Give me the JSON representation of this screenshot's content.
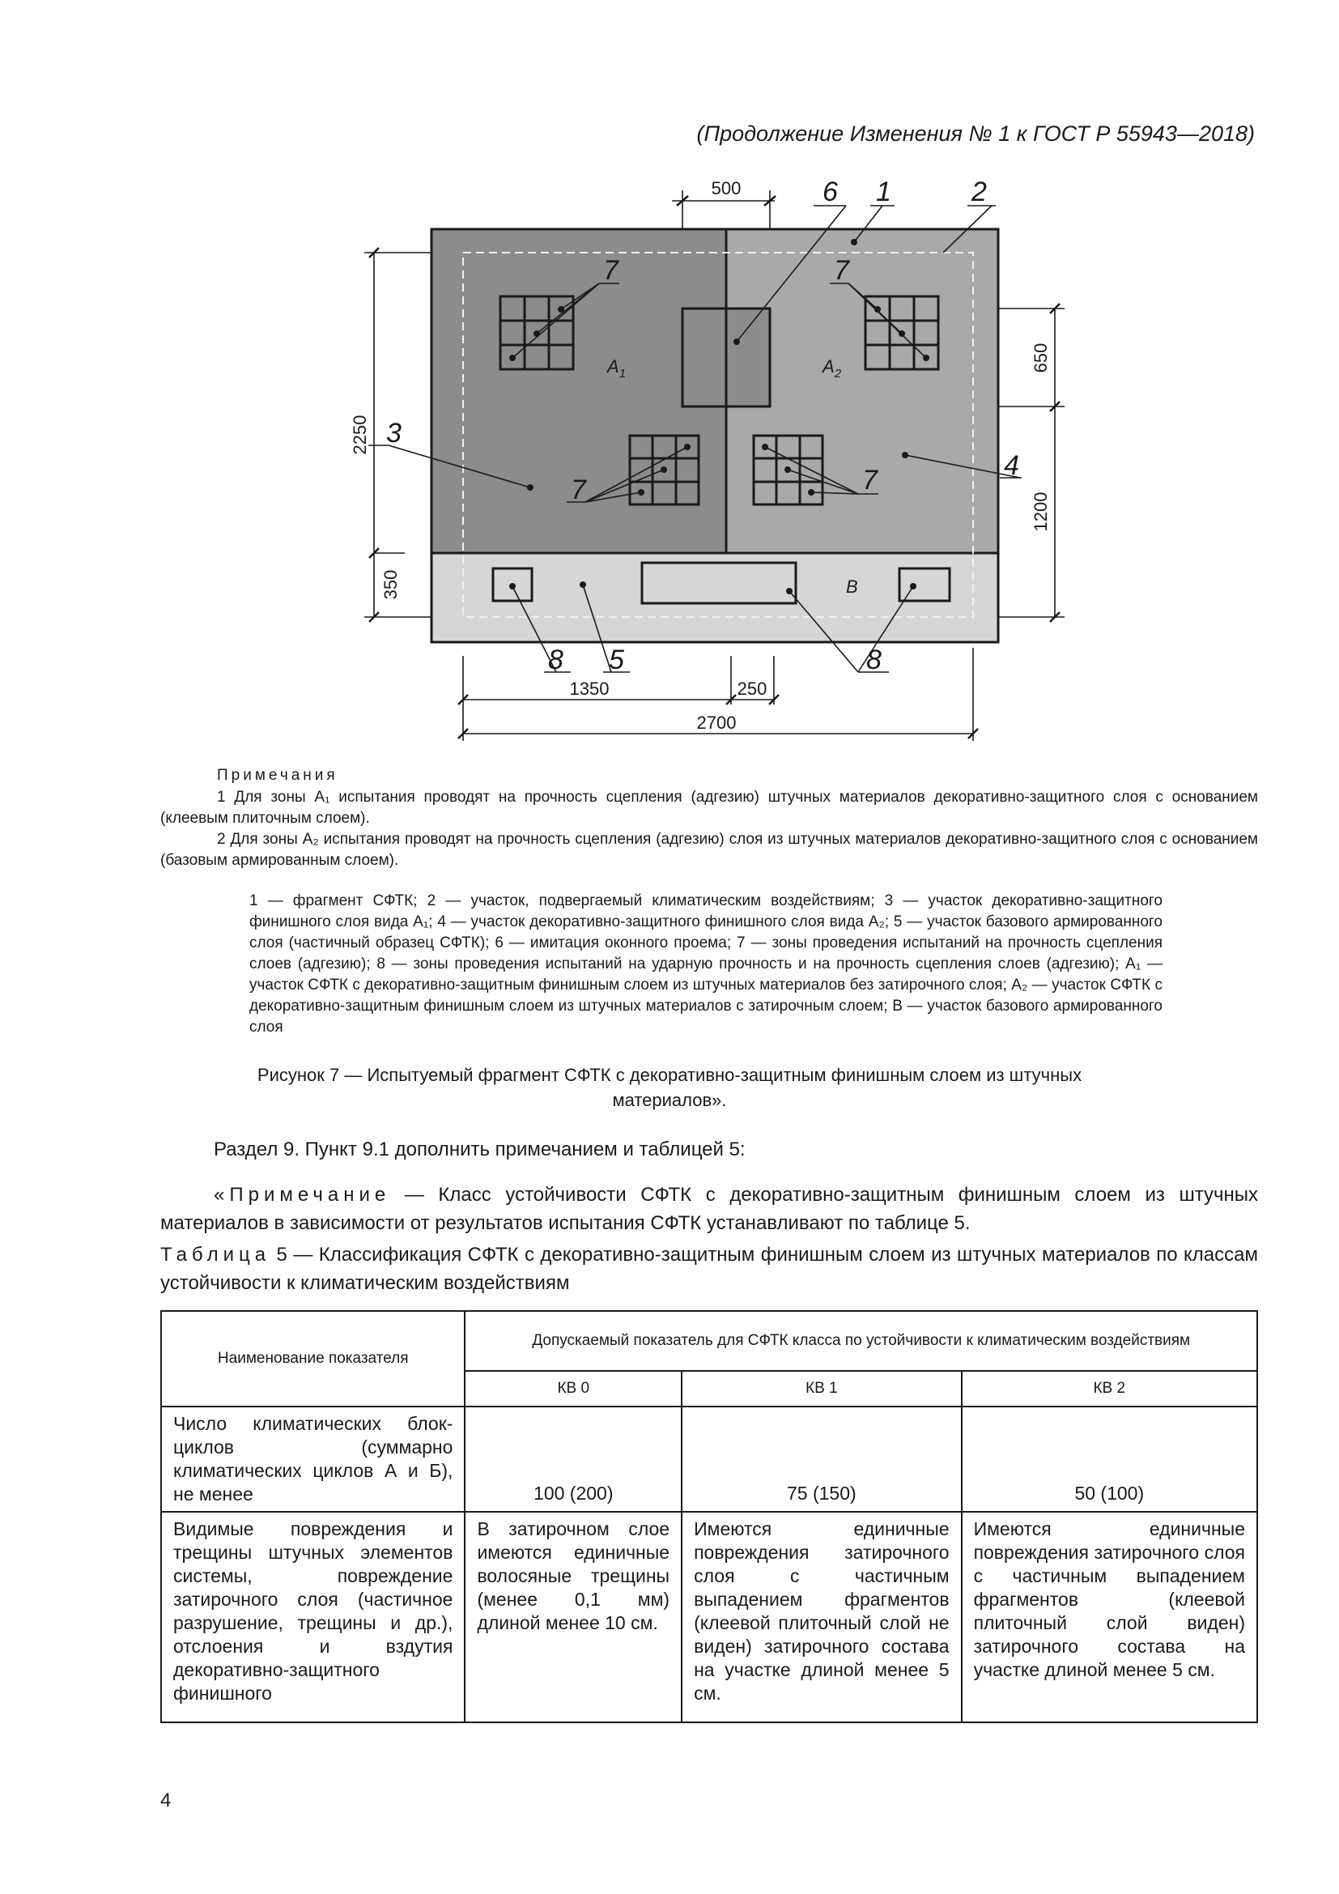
{
  "header": {
    "continuation": "(Продолжение Изменения № 1 к ГОСТ Р 55943—2018)"
  },
  "figure": {
    "dims": {
      "d500": "500",
      "d650": "650",
      "d1200": "1200",
      "d2250": "2250",
      "d350": "350",
      "d1350": "1350",
      "d250": "250",
      "d2700": "2700"
    },
    "callouts": {
      "c1": "1",
      "c2": "2",
      "c3": "3",
      "c4": "4",
      "c5": "5",
      "c6": "6",
      "c7a": "7",
      "c7b": "7",
      "c7c": "7",
      "c7d": "7",
      "c8a": "8",
      "c8b": "8"
    },
    "zones": {
      "a1": "A",
      "a1_sub": "1",
      "a2": "A",
      "a2_sub": "2",
      "b": "B"
    }
  },
  "notes": {
    "title": "Примечания",
    "note1": "1 Для зоны A₁ испытания проводят на прочность сцепления (адгезию) штучных материалов декоративно-защитного слоя с основанием (клеевым плиточным слоем).",
    "note2": "2 Для зоны A₂ испытания проводят на прочность сцепления (адгезию) слоя из штучных материалов декоративно-защитного слоя с основанием (базовым армированным слоем)."
  },
  "legend": "1 — фрагмент СФТК; 2 — участок, подвергаемый климатическим воздействиям; 3 — участок декоративно-защитного финишного слоя вида A₁; 4 — участок декоративно-защитного финишного слоя вида A₂; 5 — участок базового армированного слоя (частичный образец СФТК); 6 — имитация оконного проема; 7 — зоны проведения испытаний на прочность сцепления слоев (адгезию); 8 — зоны проведения испытаний на ударную прочность и на прочность сцепления слоев (адгезию); A₁ — участок СФТК с декоративно-защитным финишным слоем из штучных материалов без затирочного слоя; A₂ — участок СФТК с декоративно-защитным финишным слоем из штучных материалов с затирочным слоем; B — участок базового армированного слоя",
  "caption": "Рисунок 7 — Испытуемый фрагмент СФТК с декоративно-защитным финишным слоем из штучных материалов».",
  "section": "Раздел 9. Пункт 9.1 дополнить примечанием и таблицей 5:",
  "primechanie": {
    "label": "«Примечание",
    "text": " — Класс устойчивости СФТК с декоративно-защитным финишным слоем из штучных материалов в зависимости от результатов испытания СФТК устанавливают по таблице 5."
  },
  "table_caption": {
    "label": "Таблица",
    "text": " 5 — Классификация СФТК с декоративно-защитным финишным слоем из штучных материалов по классам устойчивости к климатическим воздействиям"
  },
  "table": {
    "col_name": "Наименование показателя",
    "col_group": "Допускаемый показатель для СФТК класса по устойчивости к климатическим воздействиям",
    "classes": [
      "КВ 0",
      "КВ 1",
      "КВ 2"
    ],
    "rows": [
      {
        "name": "Число климатических блок-циклов (суммарно климатических циклов А и Б), не менее",
        "values": [
          "100 (200)",
          "75 (150)",
          "50 (100)"
        ]
      },
      {
        "name": "Видимые повреждения и трещины штучных элементов системы, повреждение затирочного слоя (частичное разрушение, трещины и др.), отслоения и вздутия декоративно-защитного финишного",
        "values": [
          "В затирочном слое имеются единичные волосяные трещины (менее 0,1 мм) длиной менее 10 см.",
          "Имеются единичные повреждения затирочного слоя с частичным выпадением фрагментов (клеевой плиточный слой не виден) затирочного состава на участке длиной менее 5 см.",
          "Имеются единичные повреждения затирочного слоя с частичным выпадением фрагментов (клеевой плиточный слой виден) затирочного состава на участке длиной менее 5 см."
        ]
      }
    ]
  },
  "page_number": "4"
}
